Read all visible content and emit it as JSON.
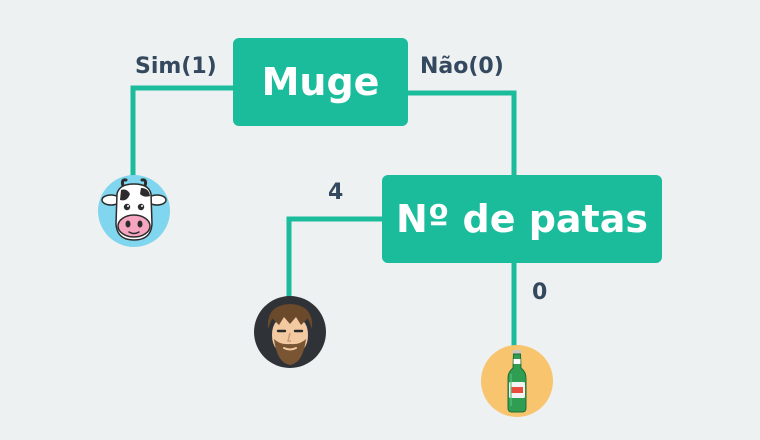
{
  "colors": {
    "background": "#eef1f2",
    "node": "#1abc9c",
    "edge": "#1abc9c",
    "label": "#34495e"
  },
  "nodes": {
    "root": "Muge",
    "second": "Nº de patas"
  },
  "edges": {
    "yes": "Sim(1)",
    "no": "Não(0)",
    "four_legs": "4",
    "zero_legs": "0"
  },
  "leaves": [
    {
      "icon": "cow-icon"
    },
    {
      "icon": "bearded-man-icon"
    },
    {
      "icon": "beer-bottle-icon"
    }
  ]
}
